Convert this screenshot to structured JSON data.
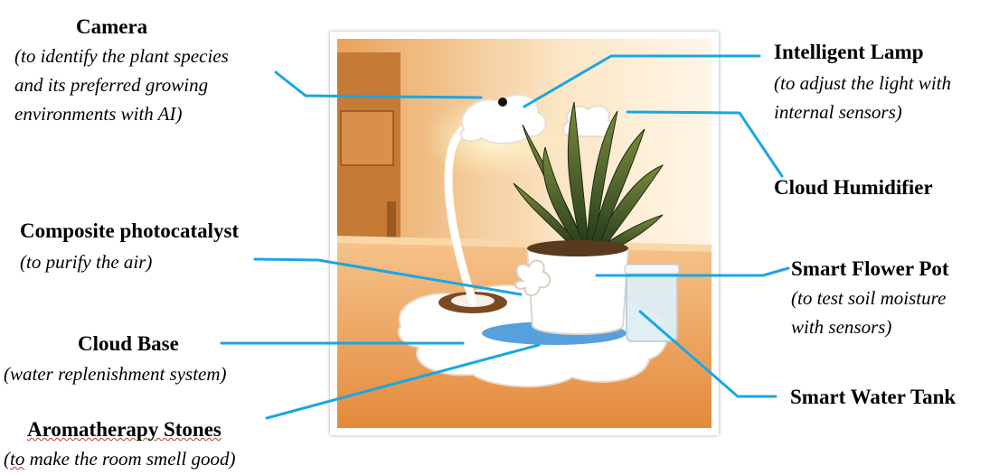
{
  "labels": {
    "camera": {
      "title": "Camera",
      "desc": [
        "(to identify the plant species",
        "and its preferred growing",
        "environments with AI)"
      ]
    },
    "lamp": {
      "title": "Intelligent Lamp",
      "desc": [
        "(to adjust the light with",
        "internal sensors)"
      ]
    },
    "humidifier": {
      "title": "Cloud Humidifier"
    },
    "photocatalyst": {
      "title": "Composite photocatalyst",
      "desc": [
        "(to purify the air)"
      ]
    },
    "flower_pot": {
      "title": "Smart Flower Pot",
      "desc": [
        "(to test soil moisture",
        "with sensors)"
      ]
    },
    "base": {
      "title": "Cloud Base",
      "desc": [
        "(water replenishment system)"
      ]
    },
    "water_tank": {
      "title": "Smart Water Tank"
    },
    "stones": {
      "title": "Aromatherapy Stones",
      "desc_prefix": "to",
      "desc_rest": " make the room smell good)",
      "desc_open": "("
    }
  },
  "colors": {
    "connector": "#1aa6e3"
  }
}
